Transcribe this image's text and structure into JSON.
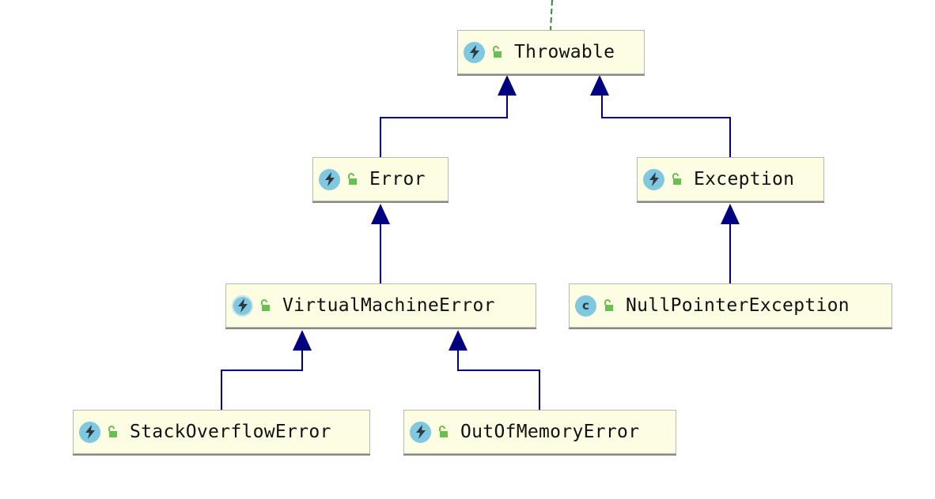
{
  "colors": {
    "node_fill": "#fdfde4",
    "node_border": "#b8b8b0",
    "edge": "#000080",
    "dashed_edge": "#2e8b2e",
    "icon_circle": "#80c8e0",
    "lock": "#6abf50"
  },
  "nodes": {
    "throwable": {
      "label": "Throwable",
      "icon": "abstract-class-icon"
    },
    "error": {
      "label": "Error",
      "icon": "abstract-class-icon"
    },
    "exception": {
      "label": "Exception",
      "icon": "abstract-class-icon"
    },
    "virtual_machine_error": {
      "label": "VirtualMachineError",
      "icon": "abstract-class-icon"
    },
    "null_pointer_exception": {
      "label": "NullPointerException",
      "icon": "class-icon",
      "icon_glyph": "c"
    },
    "stack_overflow_error": {
      "label": "StackOverflowError",
      "icon": "abstract-class-icon"
    },
    "out_of_memory_error": {
      "label": "OutOfMemoryError",
      "icon": "abstract-class-icon"
    }
  },
  "edges": [
    {
      "from": "error",
      "to": "throwable",
      "type": "extends"
    },
    {
      "from": "exception",
      "to": "throwable",
      "type": "extends"
    },
    {
      "from": "virtual_machine_error",
      "to": "error",
      "type": "extends"
    },
    {
      "from": "null_pointer_exception",
      "to": "exception",
      "type": "extends"
    },
    {
      "from": "stack_overflow_error",
      "to": "virtual_machine_error",
      "type": "extends"
    },
    {
      "from": "out_of_memory_error",
      "to": "virtual_machine_error",
      "type": "extends"
    },
    {
      "from": "throwable",
      "to": "offscreen-above",
      "type": "implements-dashed"
    }
  ]
}
